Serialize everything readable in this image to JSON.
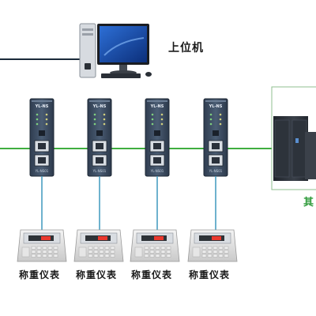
{
  "host": {
    "label": "上位机"
  },
  "converters": [
    {
      "brand": "YL-NS",
      "model": "YL-NS01"
    },
    {
      "brand": "YL-NS",
      "model": "YL-NS01"
    },
    {
      "brand": "YL-NS",
      "model": "YL-NS01"
    },
    {
      "brand": "YL-NS",
      "model": "YL-NS01"
    }
  ],
  "scales": [
    {
      "label": "称重仪表"
    },
    {
      "label": "称重仪表"
    },
    {
      "label": "称重仪表"
    },
    {
      "label": "称重仪表"
    }
  ],
  "other_device": {
    "label": "其"
  },
  "colors": {
    "network_line": "#3fae3f",
    "drop_line": "#4a9ec2",
    "host_line": "#1a2a3a",
    "device_body": "#3a4a5e",
    "cabinet": "#2b3038",
    "frame": "#8fbf8f"
  }
}
